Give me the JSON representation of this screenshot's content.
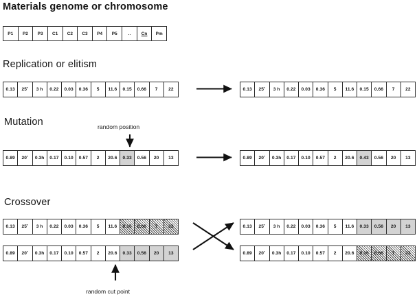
{
  "sections": {
    "genome": {
      "title": "Materials genome or chromosome",
      "strip": {
        "cells": [
          {
            "v": "P1"
          },
          {
            "v": "P2"
          },
          {
            "v": "P3"
          },
          {
            "v": "C1"
          },
          {
            "v": "C2"
          },
          {
            "v": "C3"
          },
          {
            "v": "P4"
          },
          {
            "v": "P5"
          },
          {
            "v": ".."
          },
          {
            "v": "Cn",
            "underline": true
          },
          {
            "v": "Pm"
          }
        ]
      }
    },
    "replication": {
      "title": "Replication or elitism",
      "parent": {
        "cells": [
          {
            "v": "0.13"
          },
          {
            "v": "25˚"
          },
          {
            "v": "3 h"
          },
          {
            "v": "0.22"
          },
          {
            "v": "0.03"
          },
          {
            "v": "0.36"
          },
          {
            "v": "5"
          },
          {
            "v": "11.6"
          },
          {
            "v": "0.15"
          },
          {
            "v": "0.66"
          },
          {
            "v": "7"
          },
          {
            "v": "22"
          }
        ]
      },
      "child": {
        "cells": [
          {
            "v": "0.13"
          },
          {
            "v": "25˚"
          },
          {
            "v": "3 h"
          },
          {
            "v": "0.22"
          },
          {
            "v": "0.03"
          },
          {
            "v": "0.36"
          },
          {
            "v": "5"
          },
          {
            "v": "11.6"
          },
          {
            "v": "0.15"
          },
          {
            "v": "0.66"
          },
          {
            "v": "7"
          },
          {
            "v": "22"
          }
        ]
      }
    },
    "mutation": {
      "title": "Mutation",
      "annotation": "random position",
      "parent": {
        "cells": [
          {
            "v": "0.89"
          },
          {
            "v": "20˚"
          },
          {
            "v": "0.3h"
          },
          {
            "v": "0.17"
          },
          {
            "v": "0.10"
          },
          {
            "v": "0.57"
          },
          {
            "v": "2"
          },
          {
            "v": "20.6"
          },
          {
            "v": "0.33",
            "shaded": true
          },
          {
            "v": "0.56"
          },
          {
            "v": "20"
          },
          {
            "v": "13"
          }
        ]
      },
      "child": {
        "cells": [
          {
            "v": "0.89"
          },
          {
            "v": "20˚"
          },
          {
            "v": "0.3h"
          },
          {
            "v": "0.17"
          },
          {
            "v": "0.10"
          },
          {
            "v": "0.57"
          },
          {
            "v": "2"
          },
          {
            "v": "20.6"
          },
          {
            "v": "0.43",
            "shaded": true
          },
          {
            "v": "0.56"
          },
          {
            "v": "20"
          },
          {
            "v": "13"
          }
        ]
      }
    },
    "crossover": {
      "title": "Crossover",
      "annotation": "random cut point",
      "parent_a": {
        "cells": [
          {
            "v": "0.13"
          },
          {
            "v": "25˚"
          },
          {
            "v": "3 h"
          },
          {
            "v": "0.22"
          },
          {
            "v": "0.03"
          },
          {
            "v": "0.36"
          },
          {
            "v": "5"
          },
          {
            "v": "11.6"
          },
          {
            "v": "0.15",
            "hatched": true
          },
          {
            "v": "0.66",
            "hatched": true
          },
          {
            "v": "7",
            "hatched": true
          },
          {
            "v": "22",
            "hatched": true
          }
        ]
      },
      "parent_b": {
        "cells": [
          {
            "v": "0.89"
          },
          {
            "v": "20˚"
          },
          {
            "v": "0.3h"
          },
          {
            "v": "0.17"
          },
          {
            "v": "0.10"
          },
          {
            "v": "0.57"
          },
          {
            "v": "2"
          },
          {
            "v": "20.6"
          },
          {
            "v": "0.33",
            "shaded": true
          },
          {
            "v": "0.56",
            "shaded": true
          },
          {
            "v": "20",
            "shaded": true
          },
          {
            "v": "13",
            "shaded": true
          }
        ]
      },
      "child_a": {
        "cells": [
          {
            "v": "0.13"
          },
          {
            "v": "25˚"
          },
          {
            "v": "3 h"
          },
          {
            "v": "0.22"
          },
          {
            "v": "0.03"
          },
          {
            "v": "0.36"
          },
          {
            "v": "5"
          },
          {
            "v": "11.6"
          },
          {
            "v": "0.33",
            "shaded": true
          },
          {
            "v": "0.56",
            "shaded": true
          },
          {
            "v": "20",
            "shaded": true
          },
          {
            "v": "13",
            "shaded": true
          }
        ]
      },
      "child_b": {
        "cells": [
          {
            "v": "0.89"
          },
          {
            "v": "20˚"
          },
          {
            "v": "0.3h"
          },
          {
            "v": "0.17"
          },
          {
            "v": "0.10"
          },
          {
            "v": "0.57"
          },
          {
            "v": "2"
          },
          {
            "v": "20.6"
          },
          {
            "v": "0.15",
            "hatched": true
          },
          {
            "v": "0.66",
            "hatched": true
          },
          {
            "v": "7",
            "hatched": true
          },
          {
            "v": "22",
            "hatched": true
          }
        ]
      }
    }
  },
  "colors": {
    "stroke": "#2b2b2b",
    "shaded_fill": "#d3d3d3",
    "text": "#111111"
  }
}
